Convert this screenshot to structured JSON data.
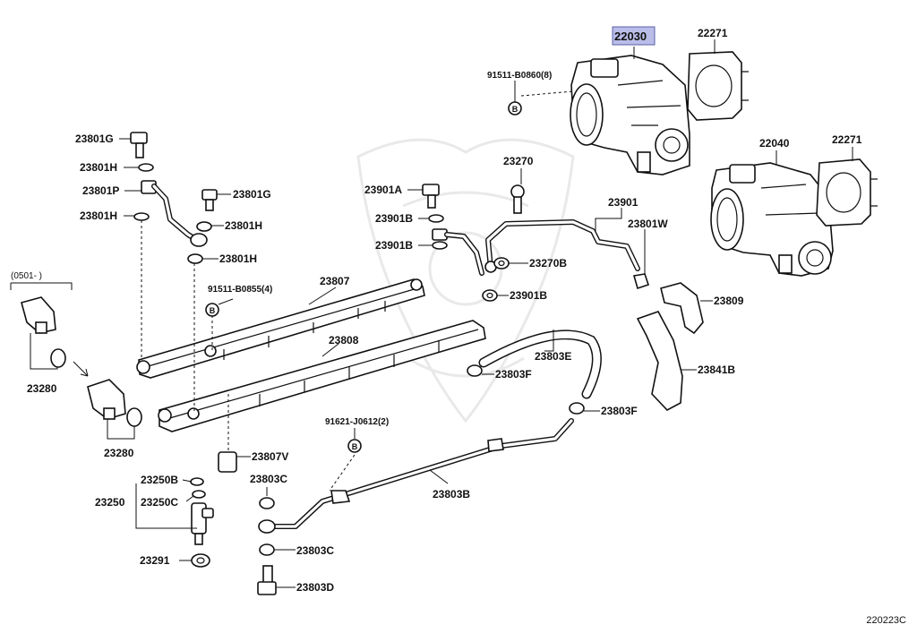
{
  "diagram_ref": "220223C",
  "highlight_color": "#b9bde8",
  "callouts": {
    "p22030": "22030",
    "p22271a": "22271",
    "p22271b": "22271",
    "p22040": "22040",
    "b91511_8860": "91511-B0860(8)",
    "p23270": "23270",
    "p23901": "23901",
    "p23801w": "23801W",
    "p23901a": "23901A",
    "p23901b1": "23901B",
    "p23901b2": "23901B",
    "p23270b": "23270B",
    "p23901b3": "23901B",
    "p23809": "23809",
    "p23841b": "23841B",
    "p23801g1": "23801G",
    "p23801h1": "23801H",
    "p23801p": "23801P",
    "p23801h2": "23801H",
    "p23801g2": "23801G",
    "p23801h3": "23801H",
    "p23801h4": "23801H",
    "b91511_0855": "91511-B0855(4)",
    "p23807": "23807",
    "p23808": "23808",
    "p23803e": "23803E",
    "p23803f1": "23803F",
    "p23803f2": "23803F",
    "serial": "(0501-      )",
    "p23280a": "23280",
    "p23280b": "23280",
    "b91621": "91621-J0612(2)",
    "p23807v": "23807V",
    "p23250b": "23250B",
    "p23250": "23250",
    "p23250c": "23250C",
    "p23803c1": "23803C",
    "p23803b": "23803B",
    "p23803c2": "23803C",
    "p23291": "23291",
    "p23803d": "23803D",
    "bolt_mark": "B"
  }
}
